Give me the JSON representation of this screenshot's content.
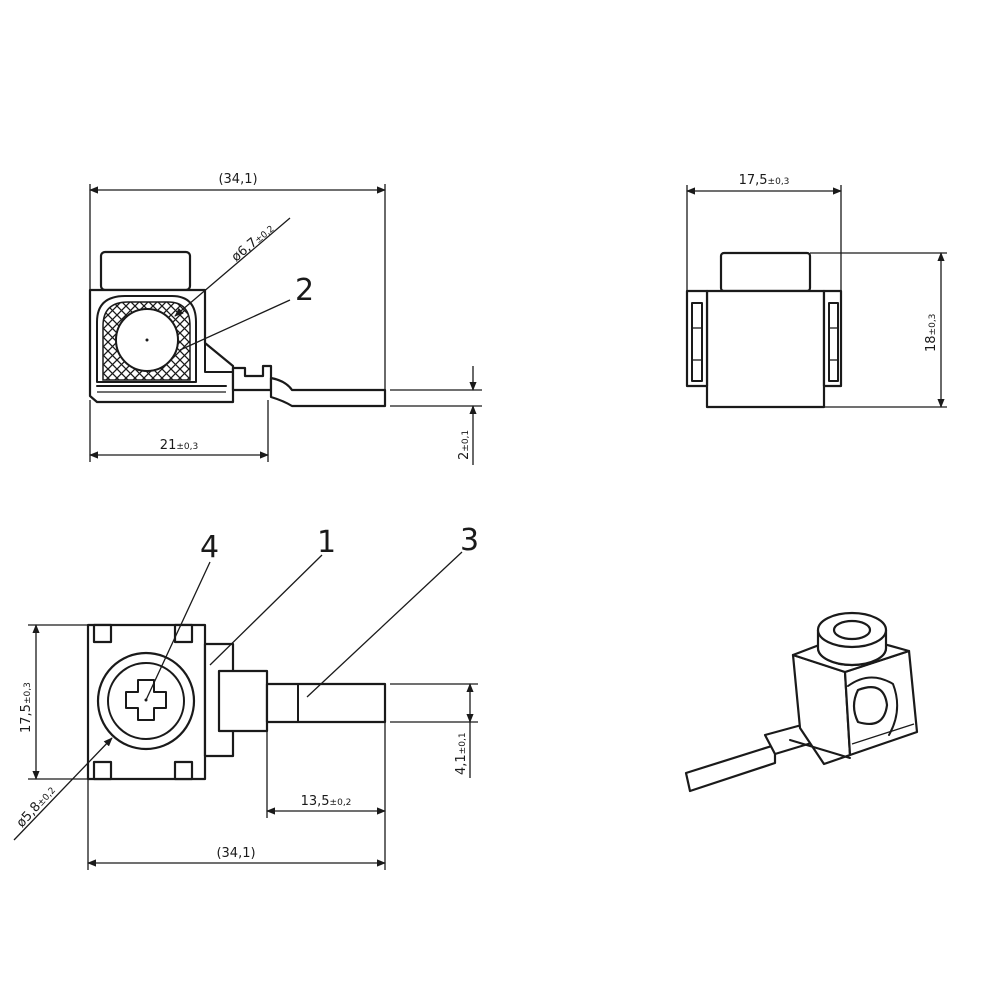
{
  "dimensions": {
    "front_overall_width": "(34,1)",
    "front_wire_hole_dia": "ø6,7",
    "front_wire_hole_dia_tol": "±0,2",
    "front_base_width": "21",
    "front_base_width_tol": "±0,3",
    "front_tab_thickness": "2",
    "front_tab_thickness_tol": "±0,1",
    "side_width": "17,5",
    "side_width_tol": "±0,3",
    "side_height": "18",
    "side_height_tol": "±0,3",
    "top_height": "17,5",
    "top_height_tol": "±0,3",
    "top_screw_dia": "ø5,8",
    "top_screw_dia_tol": "±0,2",
    "top_tab_length": "13,5",
    "top_tab_length_tol": "±0,2",
    "top_tab_width": "4,1",
    "top_tab_width_tol": "±0,1",
    "top_overall_width": "(34,1)"
  },
  "callouts": {
    "part_1": "1",
    "part_2": "2",
    "part_3": "3",
    "part_4": "4"
  },
  "colors": {
    "line": "#1a1a1a",
    "background": "#ffffff"
  }
}
